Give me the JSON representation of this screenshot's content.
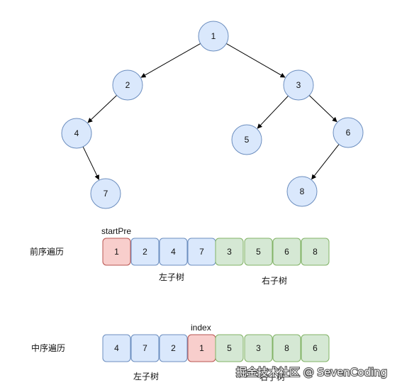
{
  "tree": {
    "nodes": [
      {
        "id": "n1",
        "label": "1"
      },
      {
        "id": "n2",
        "label": "2"
      },
      {
        "id": "n3",
        "label": "3"
      },
      {
        "id": "n4",
        "label": "4"
      },
      {
        "id": "n5",
        "label": "5"
      },
      {
        "id": "n6",
        "label": "6"
      },
      {
        "id": "n7",
        "label": "7"
      },
      {
        "id": "n8",
        "label": "8"
      }
    ],
    "edges": [
      [
        "n1",
        "n2"
      ],
      [
        "n1",
        "n3"
      ],
      [
        "n2",
        "n4"
      ],
      [
        "n4",
        "n7"
      ],
      [
        "n3",
        "n5"
      ],
      [
        "n3",
        "n6"
      ],
      [
        "n6",
        "n8"
      ]
    ]
  },
  "preorder": {
    "row_label": "前序遍历",
    "pointer_label": "startPre",
    "values": [
      "1",
      "2",
      "4",
      "7",
      "3",
      "5",
      "6",
      "8"
    ],
    "groups": [
      "root",
      "left",
      "left",
      "left",
      "right",
      "right",
      "right",
      "right"
    ],
    "left_label": "左子树",
    "right_label": "右子树"
  },
  "inorder": {
    "row_label": "中序遍历",
    "pointer_label": "index",
    "values": [
      "4",
      "7",
      "2",
      "1",
      "5",
      "3",
      "8",
      "6"
    ],
    "groups": [
      "left",
      "left",
      "left",
      "root",
      "right",
      "right",
      "right",
      "right"
    ],
    "left_label": "左子树",
    "right_label": "右子树"
  },
  "colors": {
    "node_fill": "#dae8fc",
    "node_stroke": "#6c8ebf",
    "root_fill": "#f8cecc",
    "root_stroke": "#b85450",
    "left_fill": "#dae8fc",
    "left_stroke": "#6c8ebf",
    "right_fill": "#d5e8d4",
    "right_stroke": "#82b366",
    "edge": "#000000"
  },
  "watermark": "掘金技术社区 @ SevenCoding"
}
